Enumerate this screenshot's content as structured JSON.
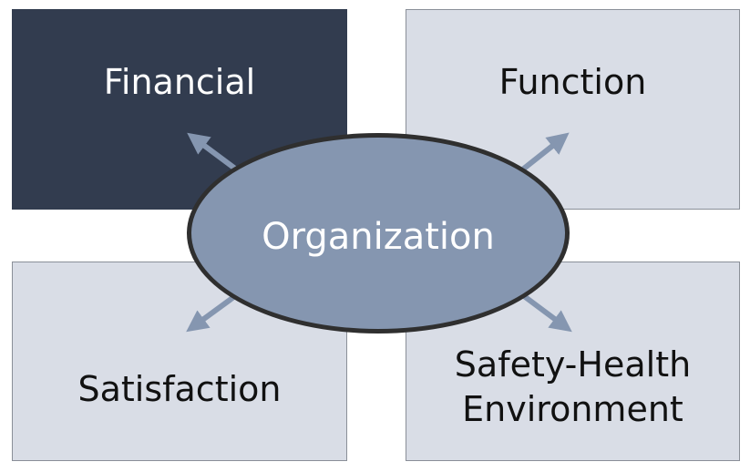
{
  "diagram": {
    "center": {
      "label": "Organization"
    },
    "boxes": {
      "financial": {
        "label": "Financial"
      },
      "function": {
        "label": "Function"
      },
      "satisfaction": {
        "label": "Satisfaction"
      },
      "safety": {
        "line1": "Safety-Health",
        "line2": "Environment"
      }
    },
    "colors": {
      "dark_box": "#323c4f",
      "light_box": "#d9dde6",
      "hub_fill": "#8596b0",
      "hub_border": "#2f2f2f",
      "arrow": "#8596b0"
    }
  }
}
